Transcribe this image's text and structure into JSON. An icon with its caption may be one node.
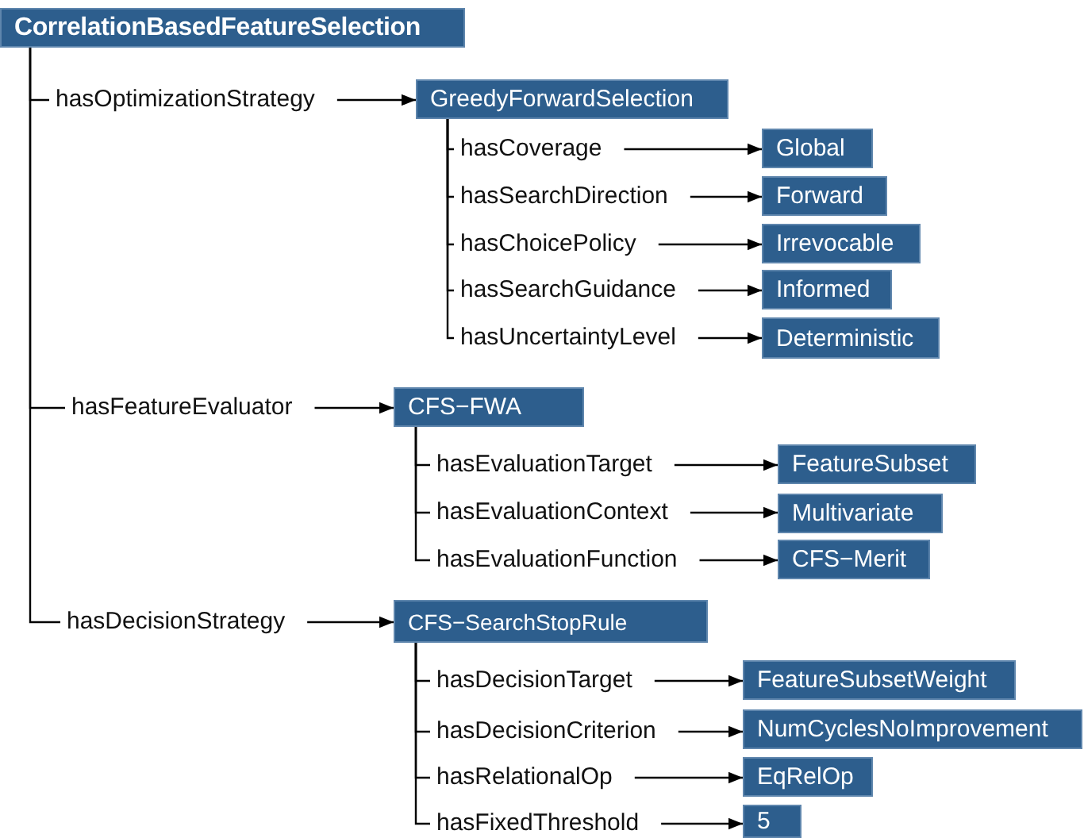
{
  "diagram": {
    "nodes": [
      {
        "text": [
          "CorrelationBasedFeatureSelection"
        ]
      },
      {
        "text": [
          "hasOptimizationStrategy"
        ]
      },
      {
        "text": [
          "GreedyForwardSelection"
        ]
      },
      {
        "text": [
          "hasCoverage"
        ]
      },
      {
        "text": [
          "Global"
        ]
      },
      {
        "text": [
          "hasSearchDirection"
        ]
      },
      {
        "text": [
          "Forward"
        ]
      },
      {
        "text": [
          "hasChoicePolicy"
        ]
      },
      {
        "text": [
          "Irrevocable"
        ]
      },
      {
        "text": [
          "hasSearchGuidance"
        ]
      },
      {
        "text": [
          "Informed"
        ]
      },
      {
        "text": [
          "hasUncertaintyLevel"
        ]
      },
      {
        "text": [
          "Deterministic"
        ]
      },
      {
        "text": [
          "hasFeatureEvaluator"
        ]
      },
      {
        "text": [
          "CFS−FWA"
        ]
      },
      {
        "text": [
          "hasEvaluationTarget"
        ]
      },
      {
        "text": [
          "FeatureSubset"
        ]
      },
      {
        "text": [
          "hasEvaluationContext"
        ]
      },
      {
        "text": [
          "Multivariate"
        ]
      },
      {
        "text": [
          "hasEvaluationFunction"
        ]
      },
      {
        "text": [
          "CFS−Merit"
        ]
      },
      {
        "text": [
          "hasDecisionStrategy"
        ]
      },
      {
        "text": [
          "CFS−SearchStopRule"
        ]
      },
      {
        "text": [
          "hasDecisionTarget"
        ]
      },
      {
        "text": [
          "FeatureSubsetWeight"
        ]
      },
      {
        "text": [
          "hasDecisionCriterion"
        ]
      },
      {
        "text": [
          "NumCyclesNoImprovement"
        ]
      },
      {
        "text": [
          "hasRelationalOp"
        ]
      },
      {
        "text": [
          "EqRelOp"
        ]
      },
      {
        "text": [
          "hasFixedThreshold"
        ]
      },
      {
        "text": [
          "5"
        ]
      }
    ],
    "edges": [
      {
        "from": 0,
        "to": 1,
        "arrow": "none"
      },
      {
        "from": 0,
        "to": 13,
        "arrow": "none"
      },
      {
        "from": 0,
        "to": 21,
        "arrow": "none"
      },
      {
        "from": 1,
        "to": 2,
        "arrow": "to"
      },
      {
        "from": 2,
        "to": 3,
        "arrow": "none"
      },
      {
        "from": 2,
        "to": 5,
        "arrow": "none"
      },
      {
        "from": 2,
        "to": 7,
        "arrow": "none"
      },
      {
        "from": 2,
        "to": 9,
        "arrow": "none"
      },
      {
        "from": 2,
        "to": 11,
        "arrow": "none"
      },
      {
        "from": 3,
        "to": 4,
        "arrow": "to"
      },
      {
        "from": 5,
        "to": 6,
        "arrow": "to"
      },
      {
        "from": 7,
        "to": 8,
        "arrow": "to"
      },
      {
        "from": 9,
        "to": 10,
        "arrow": "to"
      },
      {
        "from": 11,
        "to": 12,
        "arrow": "to"
      },
      {
        "from": 13,
        "to": 14,
        "arrow": "to"
      },
      {
        "from": 14,
        "to": 15,
        "arrow": "none"
      },
      {
        "from": 14,
        "to": 17,
        "arrow": "none"
      },
      {
        "from": 14,
        "to": 19,
        "arrow": "none"
      },
      {
        "from": 15,
        "to": 16,
        "arrow": "to"
      },
      {
        "from": 17,
        "to": 18,
        "arrow": "to"
      },
      {
        "from": 19,
        "to": 20,
        "arrow": "to"
      },
      {
        "from": 21,
        "to": 22,
        "arrow": "to"
      },
      {
        "from": 22,
        "to": 23,
        "arrow": "none"
      },
      {
        "from": 22,
        "to": 25,
        "arrow": "none"
      },
      {
        "from": 22,
        "to": 27,
        "arrow": "none"
      },
      {
        "from": 22,
        "to": 29,
        "arrow": "none"
      },
      {
        "from": 23,
        "to": 24,
        "arrow": "to"
      },
      {
        "from": 25,
        "to": 26,
        "arrow": "to"
      },
      {
        "from": 27,
        "to": 28,
        "arrow": "to"
      },
      {
        "from": 29,
        "to": 30,
        "arrow": "to"
      }
    ]
  }
}
